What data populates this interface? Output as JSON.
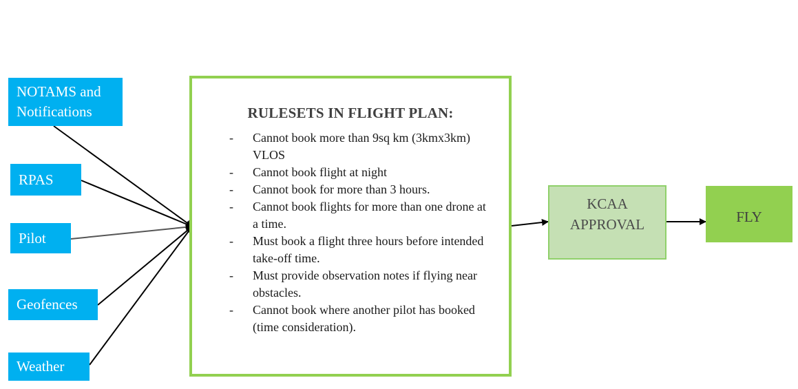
{
  "inputs": {
    "notams": "NOTAMS and Notifications",
    "rpas": "RPAS",
    "pilot": "Pilot",
    "geofences": "Geofences",
    "weather": "Weather"
  },
  "rules": {
    "title": "RULESETS IN FLIGHT PLAN:",
    "bullet": "-",
    "items": [
      "Cannot book more than 9sq km (3kmx3km) VLOS",
      "Cannot book flight at night",
      "Cannot book for more than 3 hours.",
      "Cannot book flights for more than one drone at a time.",
      "Must book a flight three hours before intended take-off time.",
      "Must provide observation notes if flying near obstacles.",
      "Cannot book where another pilot has booked (time consideration)."
    ]
  },
  "approval": {
    "label": "KCAA APPROVAL"
  },
  "fly": {
    "label": "FLY"
  },
  "colors": {
    "input_fill": "#00b0f0",
    "rules_border": "#92d050",
    "approval_fill": "#c5e0b4",
    "fly_fill": "#92d050"
  }
}
